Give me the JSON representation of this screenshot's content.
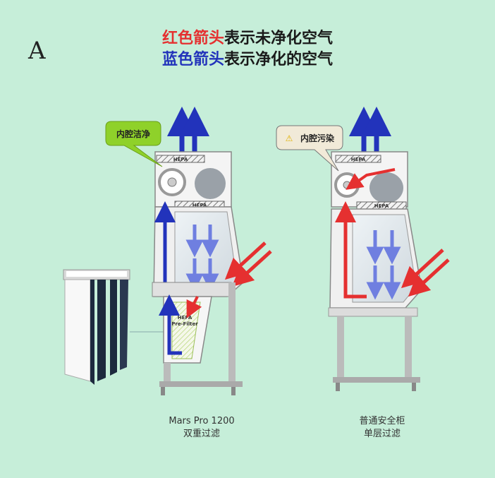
{
  "panel_letter": "A",
  "legend": {
    "line1_colored": "红色箭头",
    "line1_rest": "表示未净化空气",
    "line2_colored": "蓝色箭头",
    "line2_rest": "表示净化的空气"
  },
  "left_cabinet": {
    "callout": "内腔洁净",
    "top_filter_label": "HEPA",
    "mid_filter_label": "HEPA",
    "prefilter_label_1": "HEPA",
    "prefilter_label_2": "Pre-Filter",
    "caption_line1": "Mars Pro 1200",
    "caption_line2": "双重过滤"
  },
  "right_cabinet": {
    "callout": "内腔污染",
    "warning_icon": "⚠",
    "top_filter_label": "HEPA",
    "mid_filter_label": "HEPA",
    "caption_line1": "普通安全柜",
    "caption_line2": "单层过滤"
  },
  "colors": {
    "background": "#c6eed9",
    "unfiltered_air": "#e53030",
    "filtered_air": "#2233bb",
    "callout_green": "#8fd12a",
    "callout_beige": "#f1ead8"
  }
}
